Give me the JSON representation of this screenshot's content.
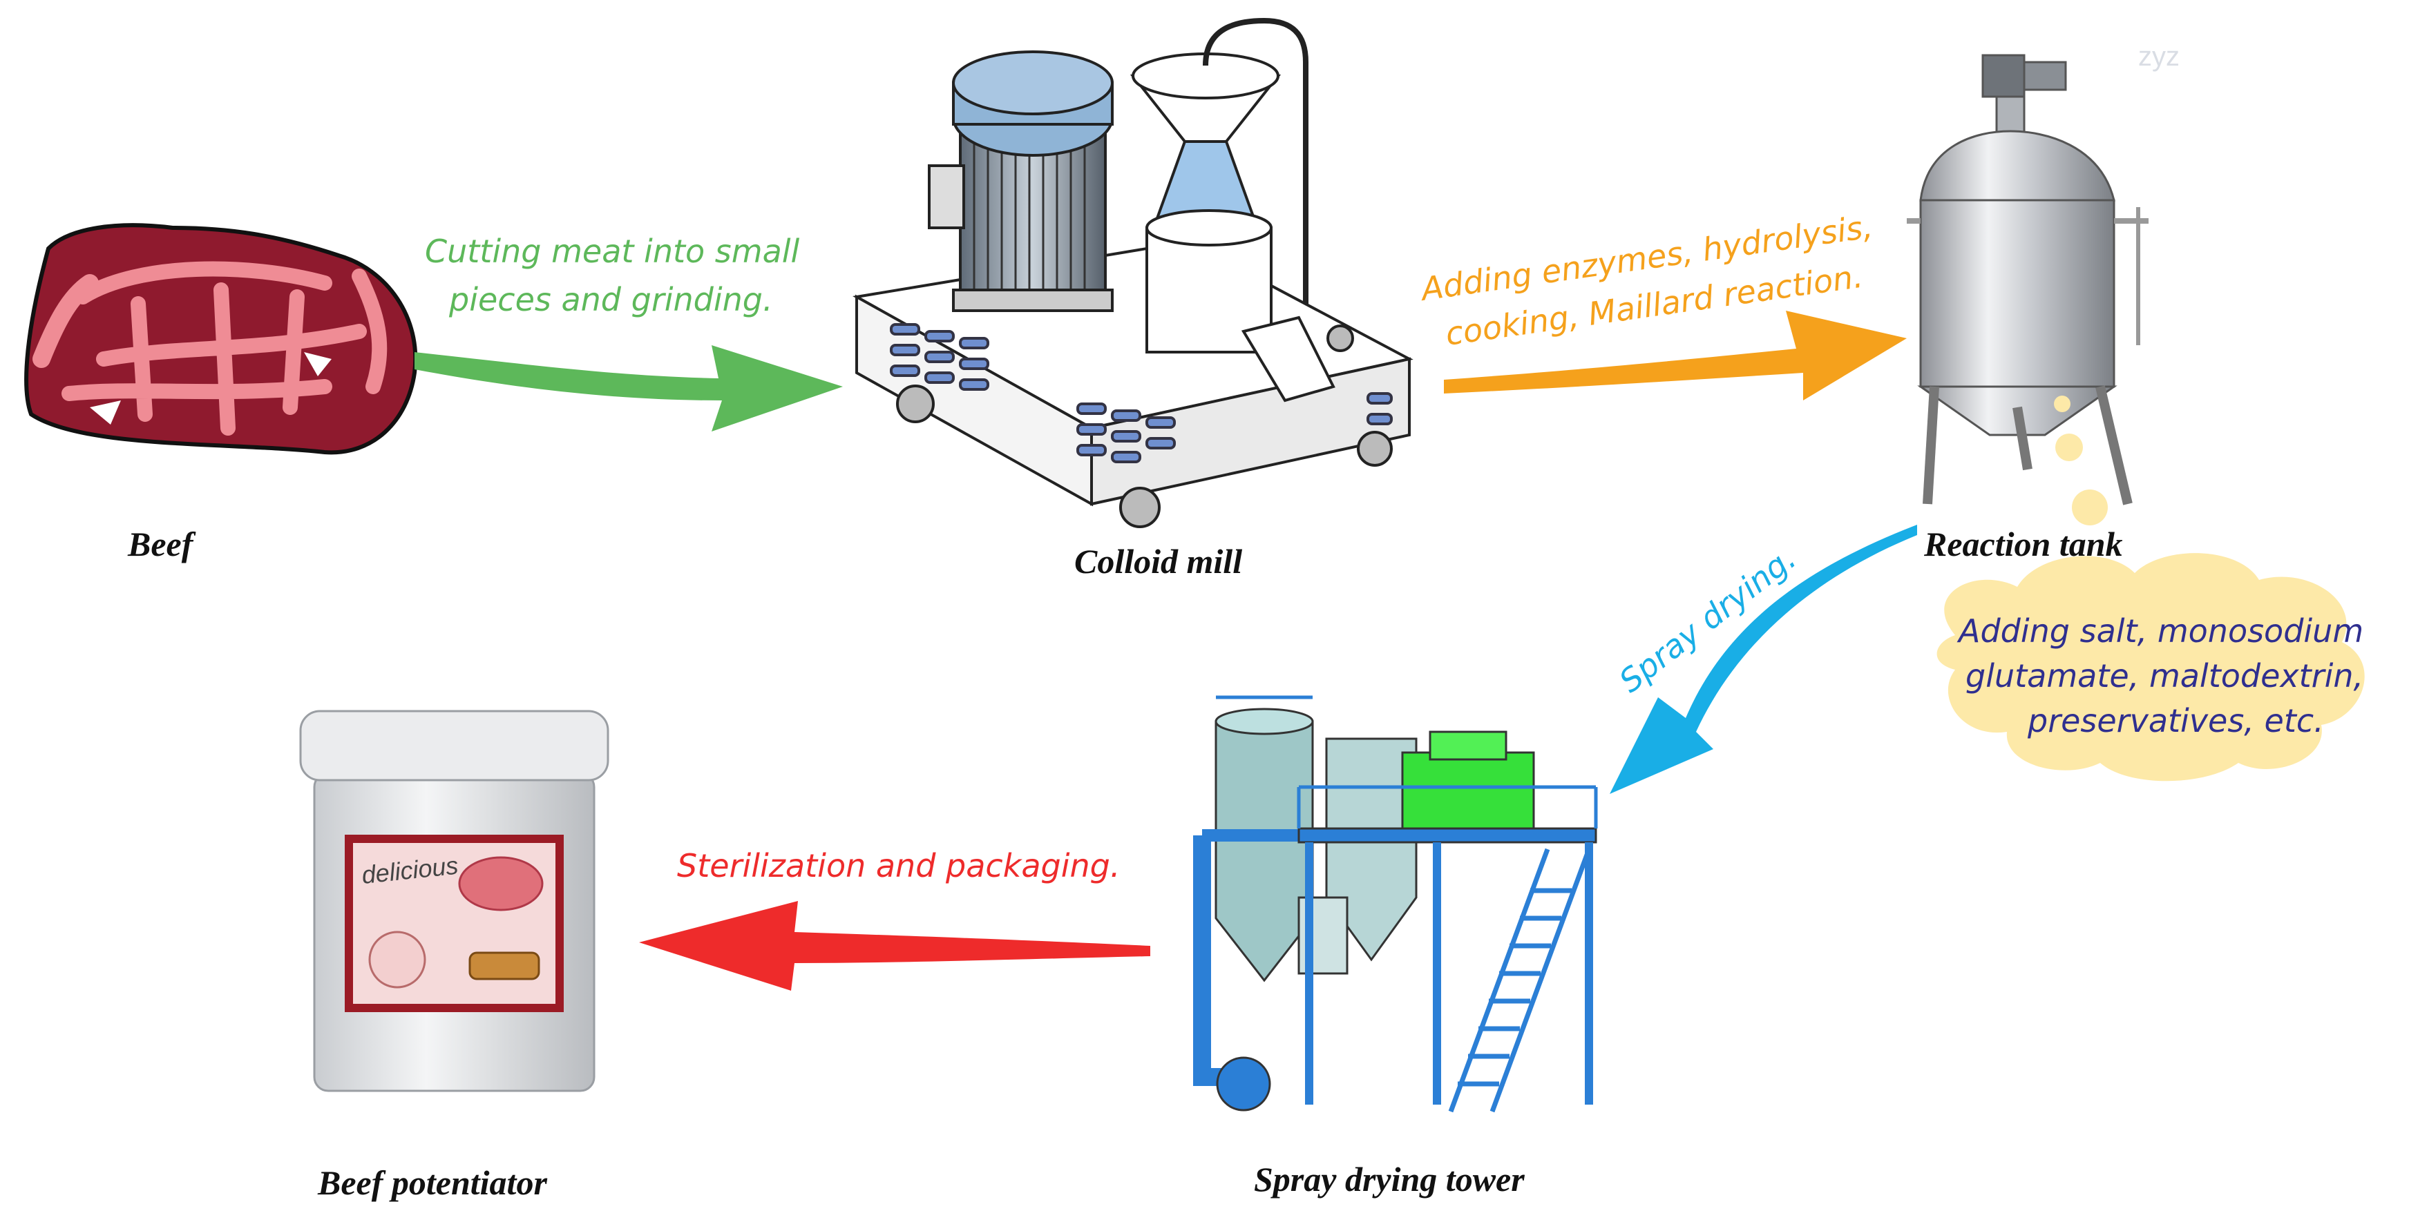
{
  "watermark": "zyz",
  "nodes": {
    "beef": "Beef",
    "colloid_mill": "Colloid mill",
    "reaction_tank": "Reaction tank",
    "spray_drying_tower": "Spray drying tower",
    "beef_potentiator": "Beef potentiator"
  },
  "steps": {
    "cutting": {
      "line1": "Cutting meat into small",
      "line2": "pieces and grinding.",
      "color": "#5db85a"
    },
    "enzymes": {
      "line1": "Adding enzymes, hydrolysis,",
      "line2": "cooking, Maillard reaction.",
      "color": "#f5a11c"
    },
    "spray": {
      "text": "Spray drying.",
      "color": "#19aee6"
    },
    "sterilization": {
      "text": "Sterilization and packaging.",
      "color": "#ee2b2b"
    }
  },
  "additives": {
    "line1": "Adding salt, monosodium",
    "line2": "glutamate, maltodextrin,",
    "line3": "preservatives, etc."
  },
  "jar_label": {
    "text": "delicious"
  },
  "colors": {
    "beef": "#8f1a2e",
    "beef_fat": "#ef8c95",
    "cloud": "#fde9a8",
    "mill_motor": "#8fb4d6",
    "tank_steel": "#c9ccd1",
    "tower_green": "#36e03a",
    "tower_blue": "#2b7fd6"
  }
}
